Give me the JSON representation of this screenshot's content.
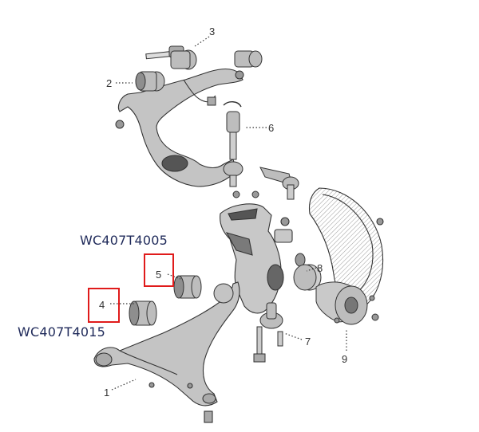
{
  "callouts": {
    "c1": "1",
    "c2": "2",
    "c3": "3",
    "c4": "4",
    "c5": "5",
    "c6": "6",
    "c7": "7",
    "c8": "8",
    "c9": "9"
  },
  "part_codes": {
    "bushing_5": "WC407T4005",
    "bushing_4": "WC407T4015"
  },
  "colors": {
    "highlight": "#e01b1b",
    "part_code_text": "#1f2a5a",
    "part_fill": "#bdbdbd",
    "part_dark": "#6e6e6e",
    "outline": "#333333"
  }
}
